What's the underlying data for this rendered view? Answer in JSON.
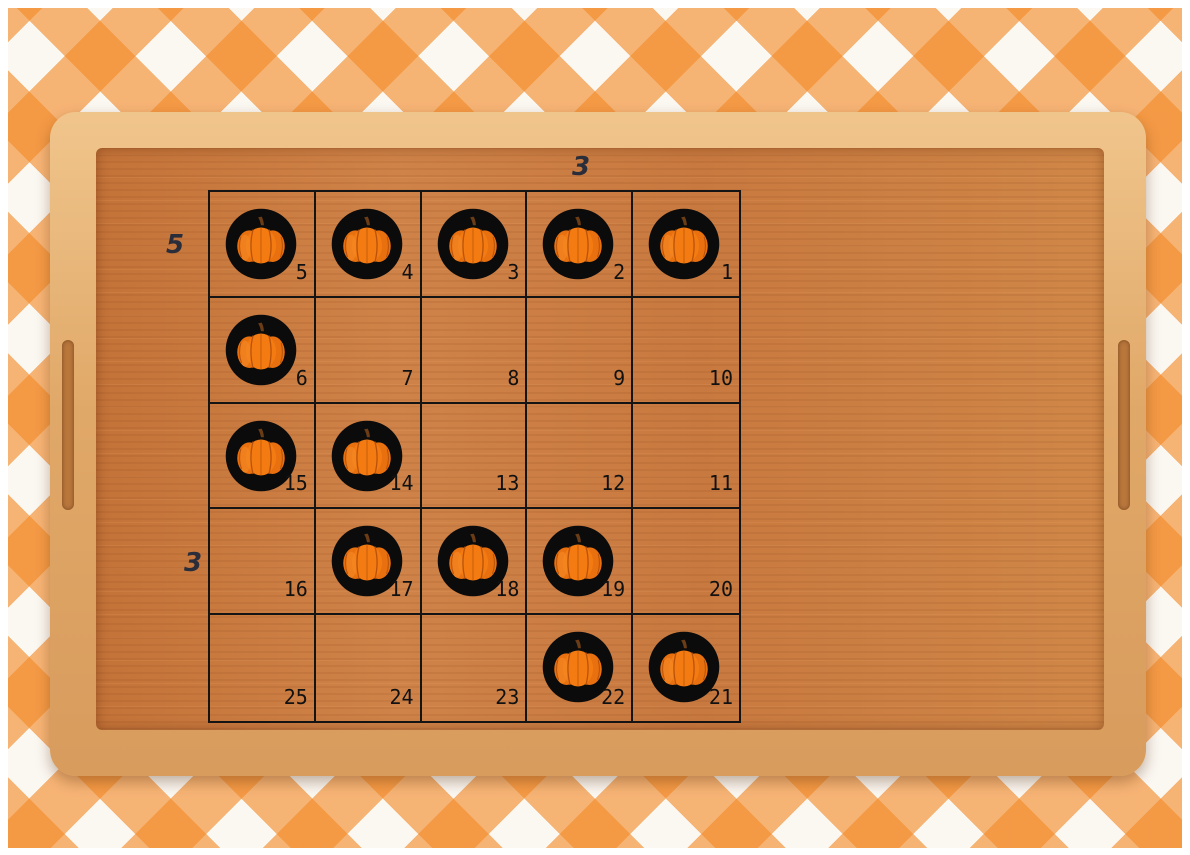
{
  "colors": {
    "cloth_orange": "#f38a28",
    "cloth_white": "#fbf7f1",
    "tray_wood": "#c9793e",
    "grid_line": "#141414",
    "pumpkin": "#f37b12",
    "pumpkin_disc": "#0b0b0b"
  },
  "clues": {
    "top": "3",
    "left_top": "5",
    "left_mid": "3"
  },
  "board": {
    "rows": 5,
    "cols": 5,
    "cells": [
      {
        "number": "5",
        "pumpkin": true
      },
      {
        "number": "4",
        "pumpkin": true
      },
      {
        "number": "3",
        "pumpkin": true
      },
      {
        "number": "2",
        "pumpkin": true
      },
      {
        "number": "1",
        "pumpkin": true
      },
      {
        "number": "6",
        "pumpkin": true
      },
      {
        "number": "7",
        "pumpkin": false
      },
      {
        "number": "8",
        "pumpkin": false
      },
      {
        "number": "9",
        "pumpkin": false
      },
      {
        "number": "10",
        "pumpkin": false
      },
      {
        "number": "15",
        "pumpkin": true
      },
      {
        "number": "14",
        "pumpkin": true
      },
      {
        "number": "13",
        "pumpkin": false
      },
      {
        "number": "12",
        "pumpkin": false
      },
      {
        "number": "11",
        "pumpkin": false
      },
      {
        "number": "16",
        "pumpkin": false
      },
      {
        "number": "17",
        "pumpkin": true
      },
      {
        "number": "18",
        "pumpkin": true
      },
      {
        "number": "19",
        "pumpkin": true
      },
      {
        "number": "20",
        "pumpkin": false
      },
      {
        "number": "25",
        "pumpkin": false
      },
      {
        "number": "24",
        "pumpkin": false
      },
      {
        "number": "23",
        "pumpkin": false
      },
      {
        "number": "22",
        "pumpkin": true
      },
      {
        "number": "21",
        "pumpkin": true
      }
    ]
  }
}
